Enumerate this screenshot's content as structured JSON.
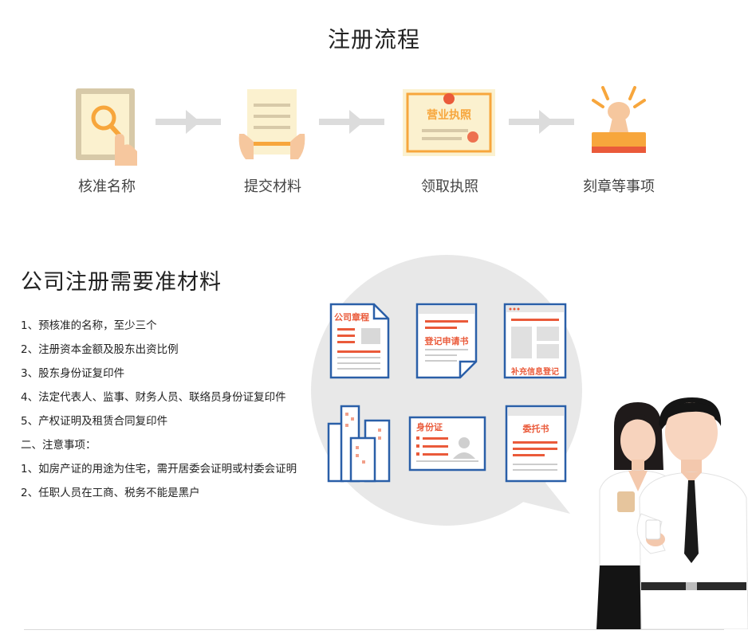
{
  "process": {
    "title": "注册流程",
    "steps": [
      {
        "label": "核准名称",
        "icon": "magnifier-hand-icon"
      },
      {
        "label": "提交材料",
        "icon": "document-hands-icon"
      },
      {
        "label": "领取执照",
        "icon": "business-license-icon"
      },
      {
        "label": "刻章等事项",
        "icon": "stamp-icon"
      }
    ],
    "license_text": "营业执照"
  },
  "materials": {
    "title": "公司注册需要准材料",
    "items": [
      "1、预核准的名称，至少三个",
      "2、注册资本金额及股东出资比例",
      "3、股东身份证复印件",
      "4、法定代表人、监事、财务人员、联络员身份证复印件",
      "5、产权证明及租赁合同复印件",
      "二、注意事项：",
      "1、如房产证的用途为住宅，需开居委会证明或村委会证明",
      "2、任职人员在工商、税务不能是黑户"
    ],
    "documents": {
      "company_charter": "公司章程",
      "registration_form": "登记申请书",
      "supplementary_form": "补充信息登记",
      "id_card": "身份证",
      "power_of_attorney": "委托书"
    }
  },
  "colors": {
    "accent_orange": "#f7a63c",
    "accent_red": "#ea5a3a",
    "doc_blue": "#2a5fa8",
    "arrow_gray": "#dcdcdc",
    "bubble_gray": "#e8e8e8"
  }
}
